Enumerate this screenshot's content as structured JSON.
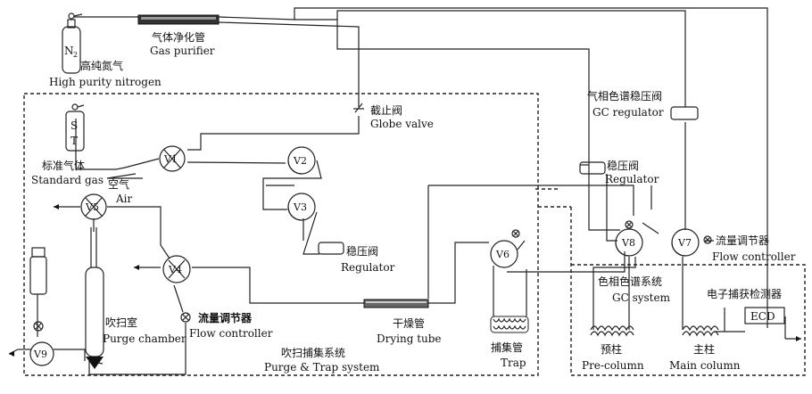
{
  "labels": {
    "n2": "N",
    "n2_sub": "2",
    "nitrogen_cn": "高纯氮气",
    "nitrogen_en": "High purity nitrogen",
    "purifier_cn": "气体净化管",
    "purifier_en": "Gas purifier",
    "gc_regulator_cn": "气相色谱稳压阀",
    "gc_regulator_en": "GC regulator",
    "globe_cn": "截止阀",
    "globe_en": "Globe valve",
    "st": "S\nT",
    "std_gas_cn": "标准气体",
    "std_gas_en": "Standard gas",
    "air_cn": "空气",
    "air_en": "Air",
    "regulator_cn": "稳压阀",
    "regulator_en": "Regulator",
    "regulator2_cn": "稳压阀",
    "regulator2_en": "Regulator",
    "flow_cn": "流量调节器",
    "flow_en": "Flow controller",
    "flow2_cn": "流量调节器",
    "flow2_en": "Flow controller",
    "purge_chamber_cn": "吹扫室",
    "purge_chamber_en": "Purge chamber",
    "drying_cn": "干燥管",
    "drying_en": "Drying tube",
    "trap_cn": "捕集管",
    "trap_en": "Trap",
    "pt_system_cn": "吹扫捕集系统",
    "pt_system_en": "Purge & Trap system",
    "gc_system_cn": "色相色谱系统",
    "gc_system_en": "GC system",
    "ecd_cn": "电子捕获检测器",
    "ecd": "ECD",
    "precol_cn": "预柱",
    "precol_en": "Pre-column",
    "maincol_cn": "主柱",
    "maincol_en": "Main column"
  },
  "valves": {
    "v1": "V1",
    "v2": "V2",
    "v3": "V3",
    "v4": "V4",
    "v5": "V5",
    "v6": "V6",
    "v7": "V7",
    "v8": "V8",
    "v9": "V9"
  }
}
